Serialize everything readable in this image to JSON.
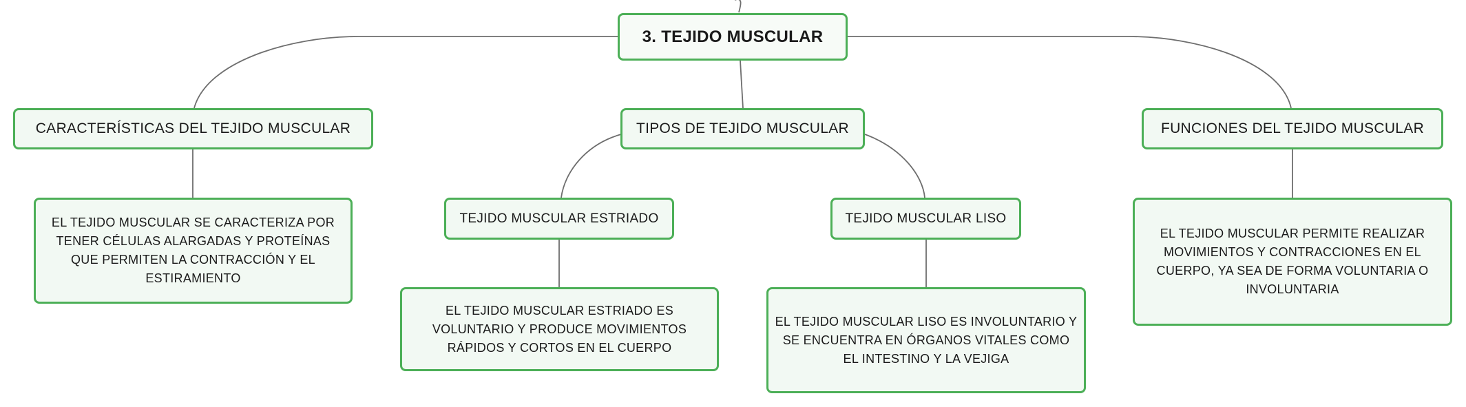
{
  "root": {
    "label": "3. TEJIDO MUSCULAR"
  },
  "topics": {
    "caracteristicas": {
      "label": "CARACTERÍSTICAS DEL TEJIDO MUSCULAR",
      "note": "EL TEJIDO MUSCULAR SE CARACTERIZA POR TENER CÉLULAS ALARGADAS Y PROTEÍNAS QUE PERMITEN LA CONTRACCIÓN Y EL ESTIRAMIENTO"
    },
    "tipos": {
      "label": "TIPOS DE TEJIDO MUSCULAR",
      "estriado": {
        "label": "TEJIDO MUSCULAR ESTRIADO",
        "note": "EL TEJIDO MUSCULAR ESTRIADO ES VOLUNTARIO Y PRODUCE MOVIMIENTOS RÁPIDOS Y CORTOS EN EL CUERPO"
      },
      "liso": {
        "label": "TEJIDO MUSCULAR LISO",
        "note": "EL TEJIDO MUSCULAR LISO ES INVOLUNTARIO Y SE ENCUENTRA EN ÓRGANOS VITALES COMO EL INTESTINO Y LA VEJIGA"
      }
    },
    "funciones": {
      "label": "FUNCIONES DEL TEJIDO MUSCULAR",
      "note": "EL TEJIDO MUSCULAR PERMITE REALIZAR MOVIMIENTOS Y CONTRACCIONES EN EL CUERPO, YA SEA DE FORMA VOLUNTARIA O INVOLUNTARIA"
    }
  },
  "colors": {
    "node_border": "#4caf57",
    "node_fill": "#f2f9f3",
    "connector": "#6e6e6e"
  }
}
